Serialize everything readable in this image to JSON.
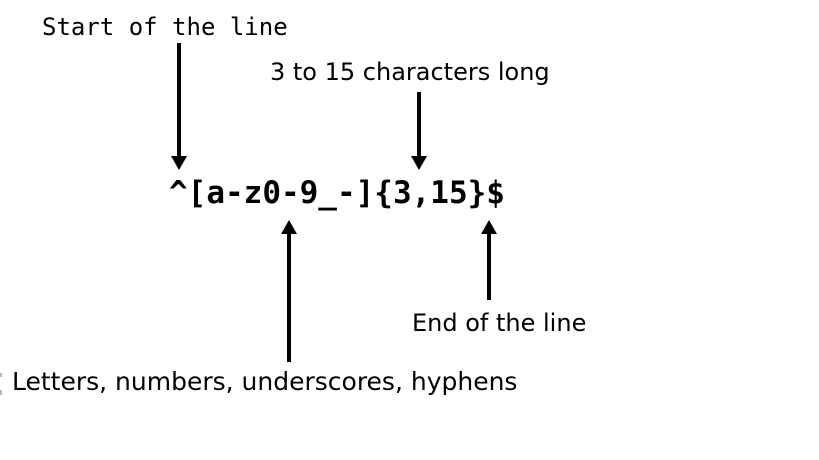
{
  "diagram": {
    "regex_pattern": "^[a-z0-9_-]{3,15}$",
    "labels": {
      "start_anchor": "Start of the line",
      "length_quantifier": "3 to 15 characters long",
      "character_class": "Letters, numbers, underscores, hyphens",
      "end_anchor": "End of the line"
    },
    "colors": {
      "background": "#ffffff",
      "ink": "#000000"
    }
  }
}
